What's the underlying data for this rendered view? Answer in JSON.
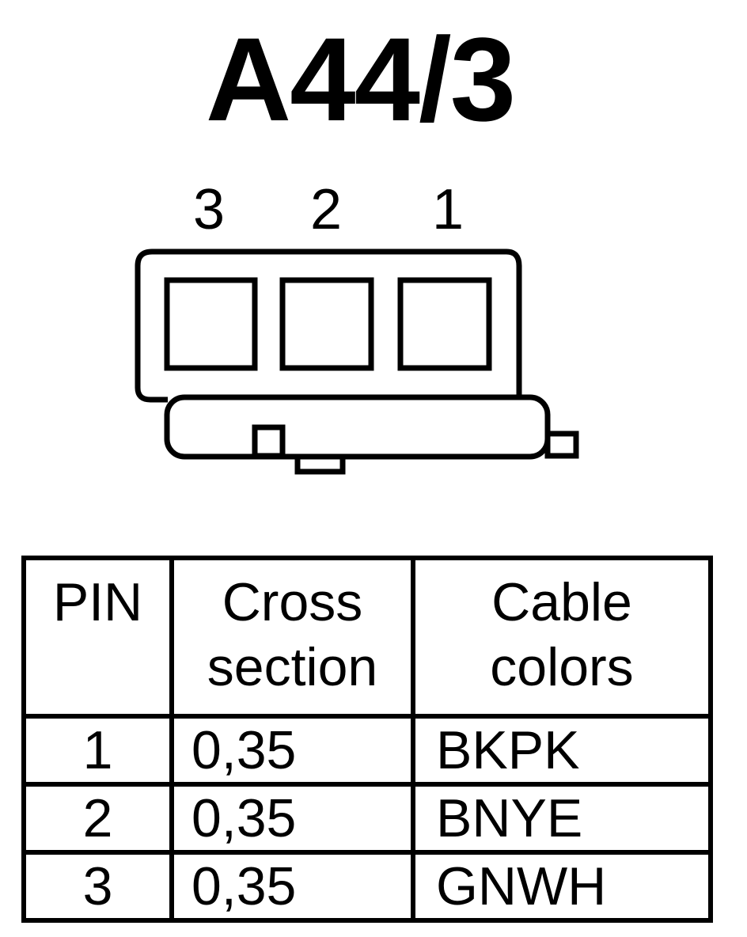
{
  "title": "A44/3",
  "pin_labels": [
    "3",
    "2",
    "1"
  ],
  "table": {
    "headers": {
      "pin": "PIN",
      "cross_section": [
        "Cross",
        "section"
      ],
      "cable_colors": [
        "Cable",
        "colors"
      ]
    },
    "rows": [
      {
        "pin": "1",
        "cross_section": "0,35",
        "cable_color": "BKPK"
      },
      {
        "pin": "2",
        "cross_section": "0,35",
        "cable_color": "BNYE"
      },
      {
        "pin": "3",
        "cross_section": "0,35",
        "cable_color": "GNWH"
      }
    ]
  }
}
